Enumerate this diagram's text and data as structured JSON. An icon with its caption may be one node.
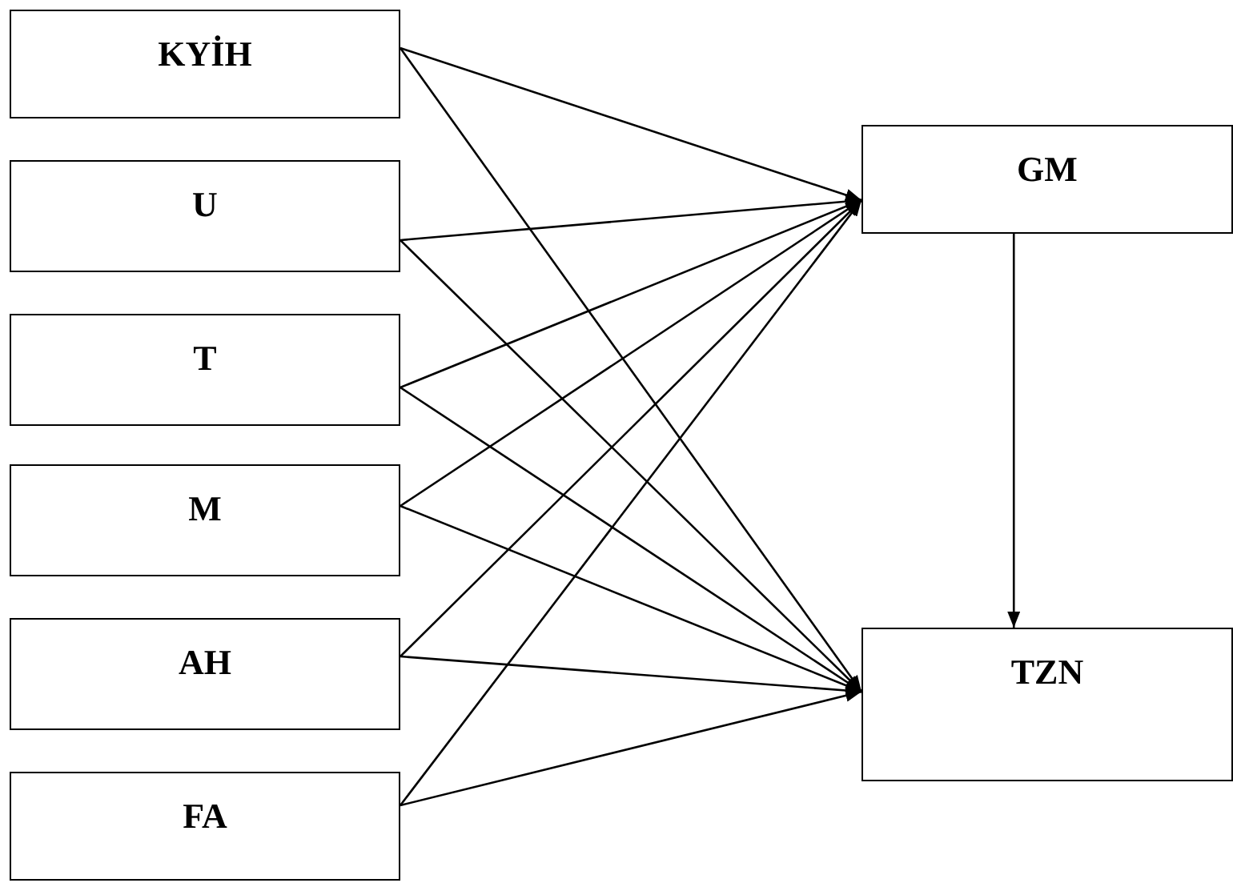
{
  "diagram": {
    "nodes": [
      {
        "text": [
          "KYİH"
        ]
      },
      {
        "text": [
          "U"
        ]
      },
      {
        "text": [
          "T"
        ]
      },
      {
        "text": [
          "M"
        ]
      },
      {
        "text": [
          "AH"
        ]
      },
      {
        "text": [
          "FA"
        ]
      },
      {
        "text": [
          "GM"
        ]
      },
      {
        "text": [
          "TZN"
        ]
      }
    ],
    "edges": [
      {
        "from": 0,
        "to": 6,
        "arrow": "to"
      },
      {
        "from": 0,
        "to": 7,
        "arrow": "to"
      },
      {
        "from": 1,
        "to": 6,
        "arrow": "to"
      },
      {
        "from": 1,
        "to": 7,
        "arrow": "to"
      },
      {
        "from": 2,
        "to": 6,
        "arrow": "to"
      },
      {
        "from": 2,
        "to": 7,
        "arrow": "to"
      },
      {
        "from": 3,
        "to": 6,
        "arrow": "to"
      },
      {
        "from": 3,
        "to": 7,
        "arrow": "to"
      },
      {
        "from": 4,
        "to": 6,
        "arrow": "to"
      },
      {
        "from": 4,
        "to": 7,
        "arrow": "to"
      },
      {
        "from": 5,
        "to": 6,
        "arrow": "to"
      },
      {
        "from": 5,
        "to": 7,
        "arrow": "to"
      },
      {
        "from": 6,
        "to": 7,
        "arrow": "to"
      }
    ]
  }
}
